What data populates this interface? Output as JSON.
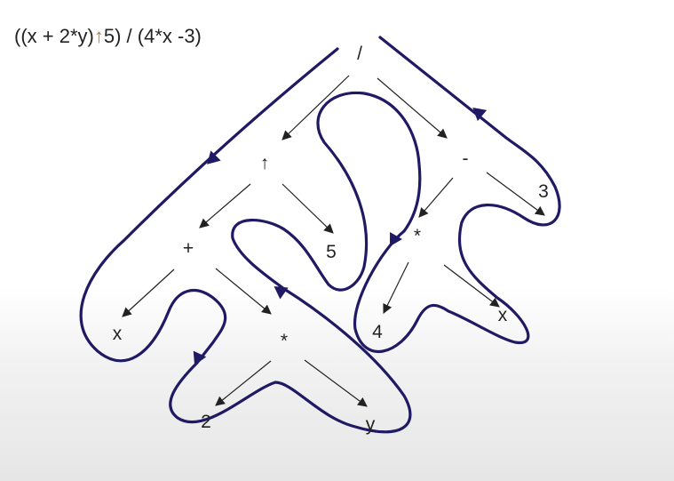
{
  "expression": {
    "prefix": "((x + 2*y)",
    "power_symbol": "↑",
    "suffix": "5) / (4*x -3)",
    "power_color": "#c8781e"
  },
  "tree": {
    "nodes": [
      {
        "id": "div",
        "label": "/",
        "color": "#222222"
      },
      {
        "id": "pow",
        "label": "↑",
        "color": "#2a5fa8"
      },
      {
        "id": "minus",
        "label": "-",
        "color": "#222222"
      },
      {
        "id": "plus",
        "label": "+",
        "color": "#222222"
      },
      {
        "id": "five",
        "label": "5",
        "color": "#222222"
      },
      {
        "id": "mul2",
        "label": "*",
        "color": "#222222"
      },
      {
        "id": "three",
        "label": "3",
        "color": "#222222"
      },
      {
        "id": "x1",
        "label": "x",
        "color": "#222222"
      },
      {
        "id": "mul1",
        "label": "*",
        "color": "#222222"
      },
      {
        "id": "four",
        "label": "4",
        "color": "#222222"
      },
      {
        "id": "x2",
        "label": "x",
        "color": "#222222"
      },
      {
        "id": "two",
        "label": "2",
        "color": "#222222"
      },
      {
        "id": "y",
        "label": "y",
        "color": "#222222"
      }
    ],
    "edges": [
      [
        "div",
        "pow"
      ],
      [
        "div",
        "minus"
      ],
      [
        "pow",
        "plus"
      ],
      [
        "pow",
        "five"
      ],
      [
        "minus",
        "mul2"
      ],
      [
        "minus",
        "three"
      ],
      [
        "plus",
        "x1"
      ],
      [
        "plus",
        "mul1"
      ],
      [
        "mul2",
        "four"
      ],
      [
        "mul2",
        "x2"
      ],
      [
        "mul1",
        "two"
      ],
      [
        "mul1",
        "y"
      ]
    ],
    "traversal_color": "#1f1a63"
  }
}
